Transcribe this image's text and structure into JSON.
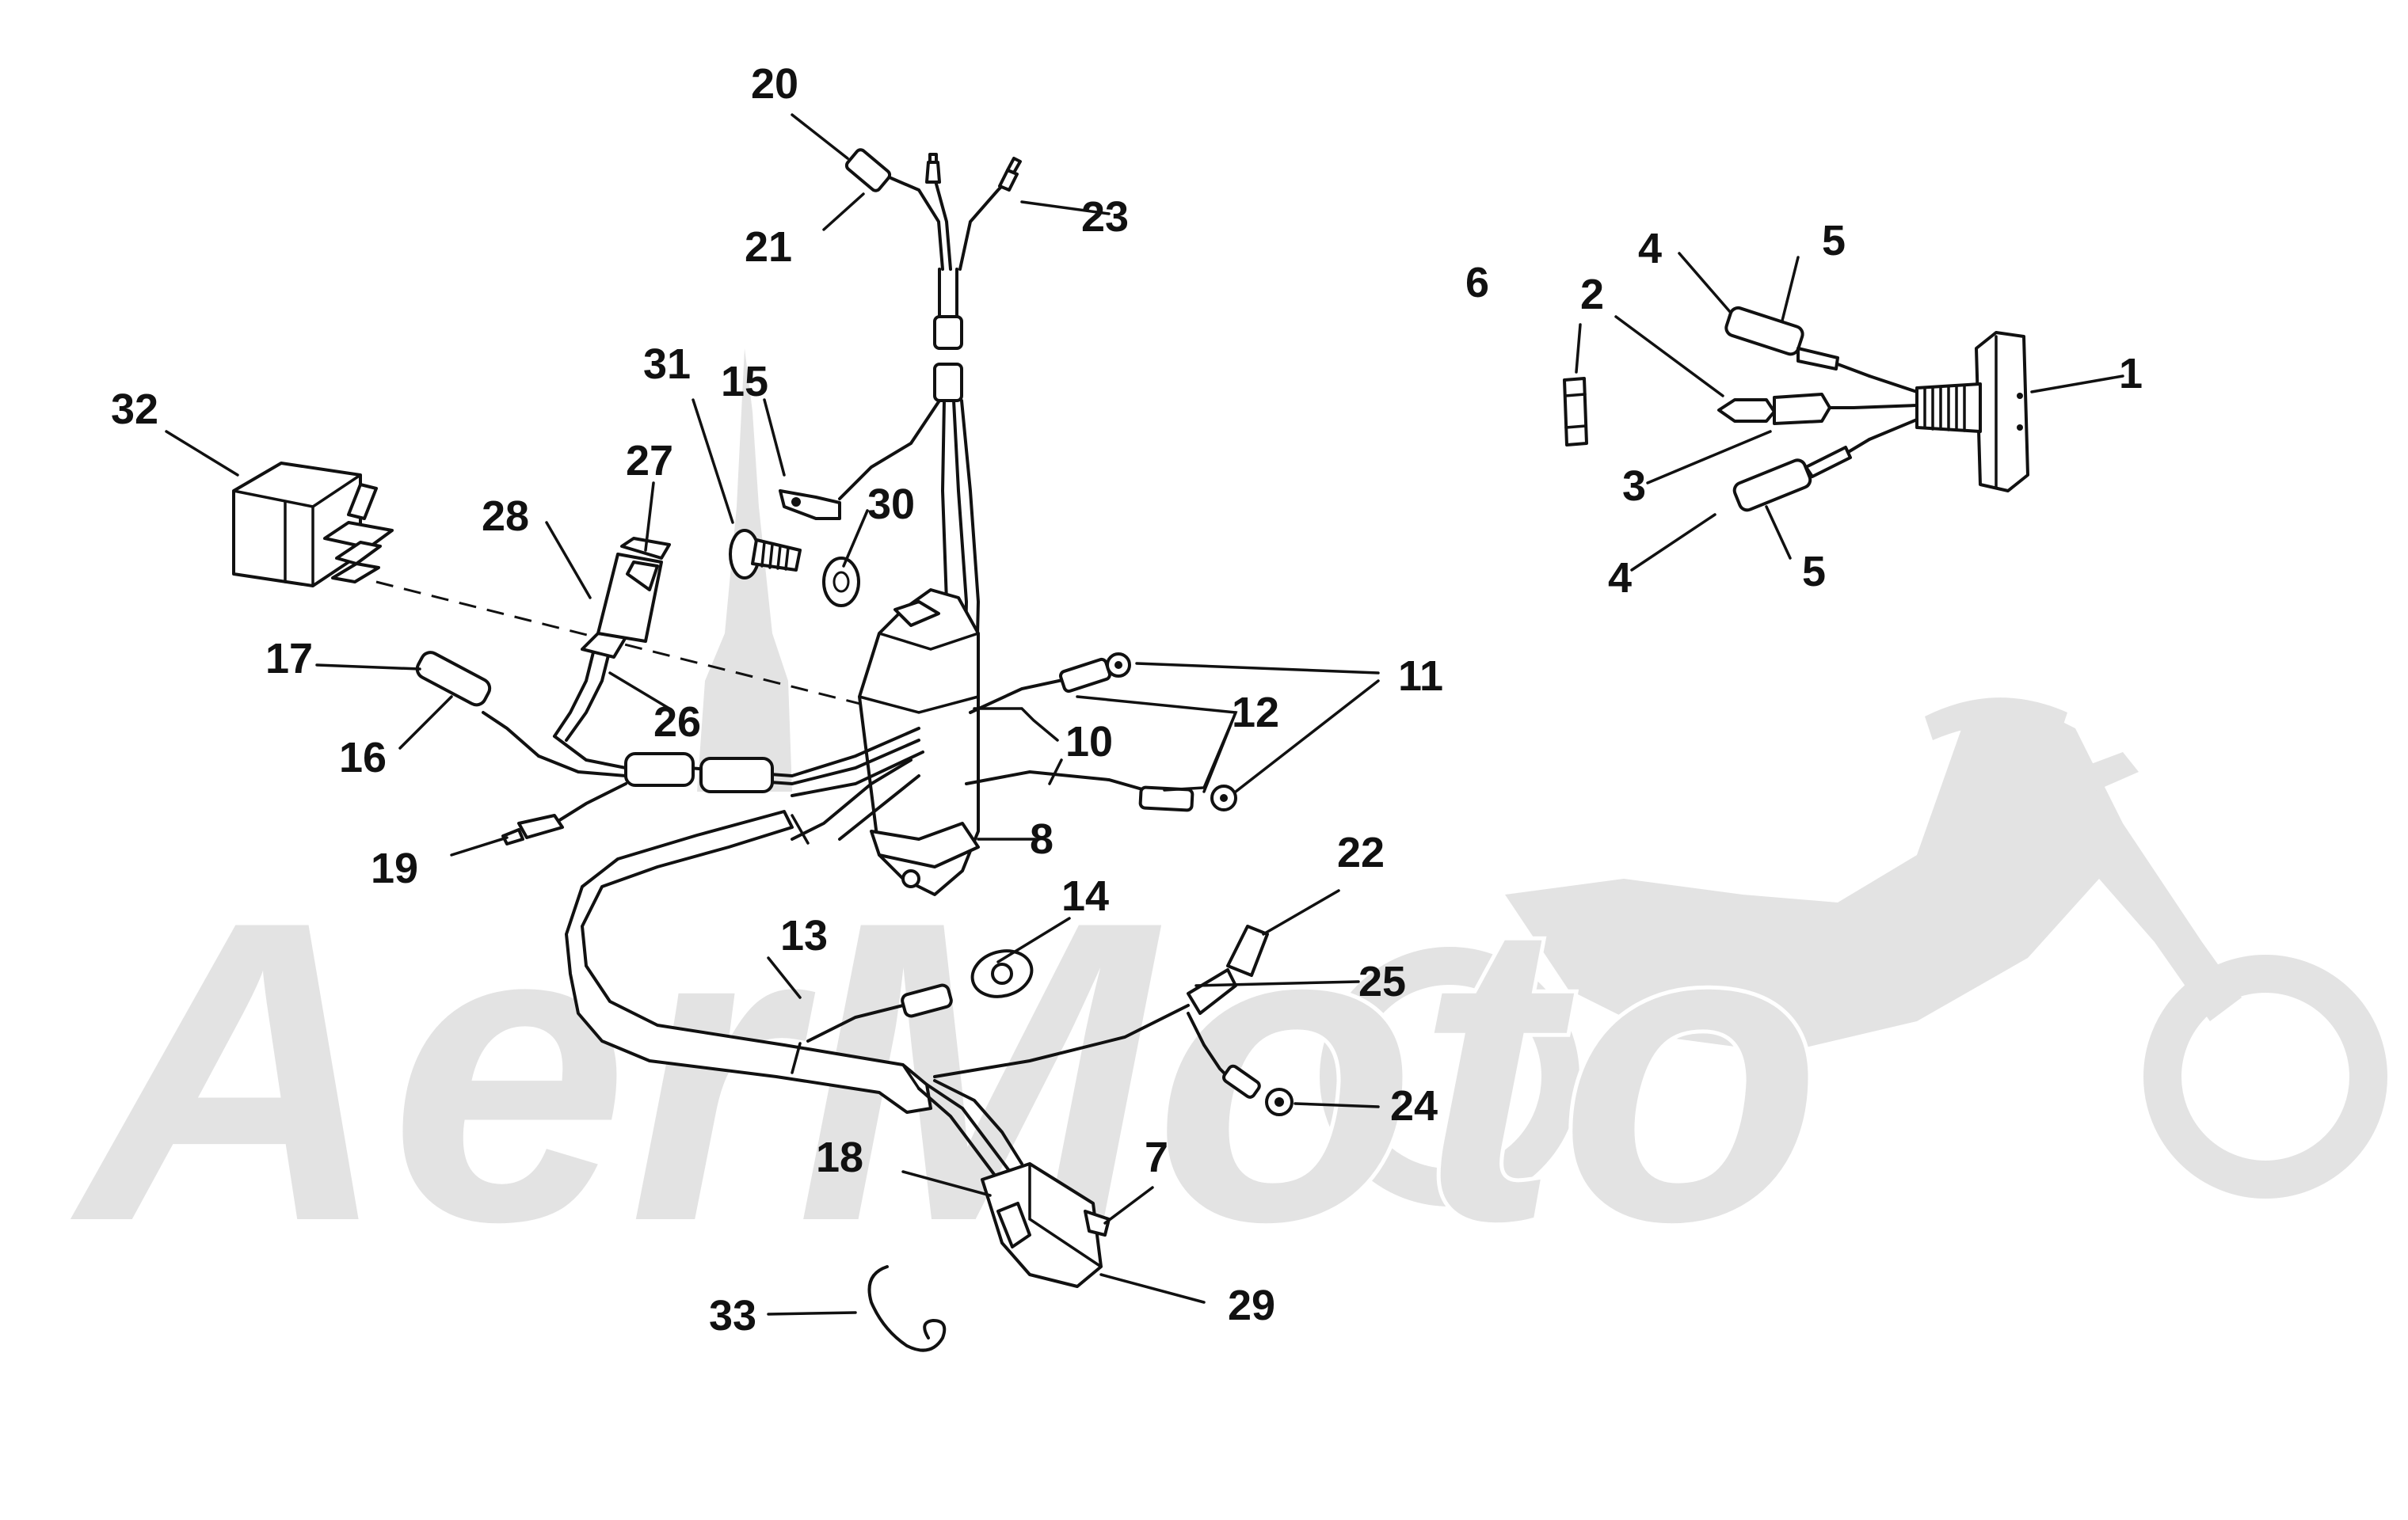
{
  "watermark": {
    "text": "AerMoto",
    "color": "#e3e3e3"
  },
  "callouts": {
    "c1": "1",
    "c2": "2",
    "c3": "3",
    "c4a": "4",
    "c4b": "4",
    "c5a": "5",
    "c5b": "5",
    "c6": "6",
    "c7": "7",
    "c8": "8",
    "c10": "10",
    "c11": "11",
    "c12": "12",
    "c13": "13",
    "c14": "14",
    "c15": "15",
    "c16": "16",
    "c17": "17",
    "c18": "18",
    "c19": "19",
    "c20": "20",
    "c21": "21",
    "c22": "22",
    "c23": "23",
    "c24": "24",
    "c25": "25",
    "c26": "26",
    "c27": "27",
    "c28": "28",
    "c29": "29",
    "c30": "30",
    "c31": "31",
    "c32": "32",
    "c33": "33"
  }
}
